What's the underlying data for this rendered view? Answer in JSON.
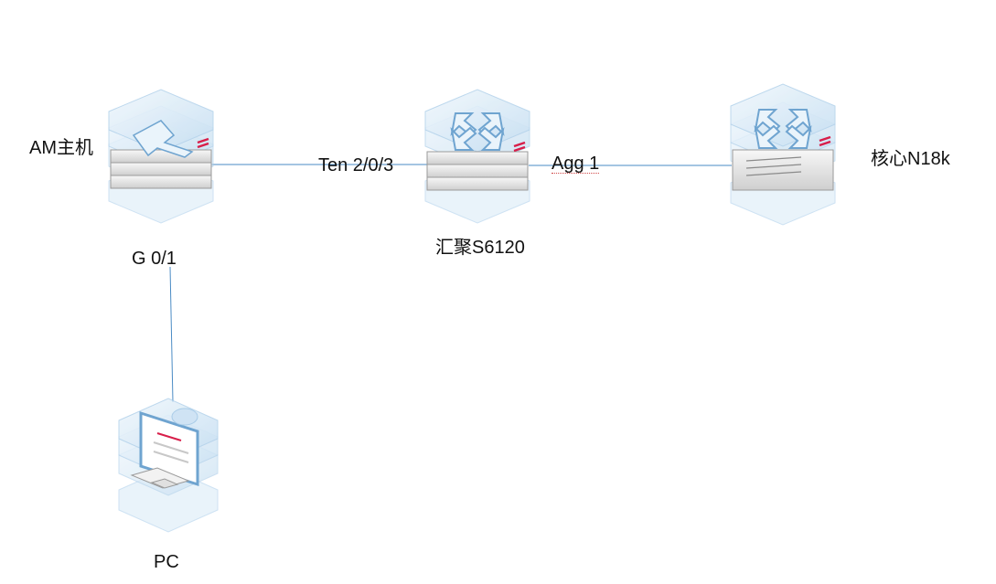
{
  "nodes": {
    "am": {
      "label": "AM主机",
      "icon": "router-icon"
    },
    "agg": {
      "label": "汇聚S6120",
      "icon": "switch-icon"
    },
    "core": {
      "label": "核心N18k",
      "icon": "core-switch-icon"
    },
    "pc": {
      "label": "PC",
      "icon": "pc-icon"
    }
  },
  "ports": {
    "am_agg_port": "Ten 2/0/3",
    "agg_core_port": "Agg 1",
    "am_pc_port": "G 0/1"
  },
  "colors": {
    "link": "#4a8bc4",
    "device_light": "#dcecf8",
    "device_mid": "#a9cce8",
    "device_dark": "#6fa4d0",
    "accent": "#d81e4a"
  }
}
